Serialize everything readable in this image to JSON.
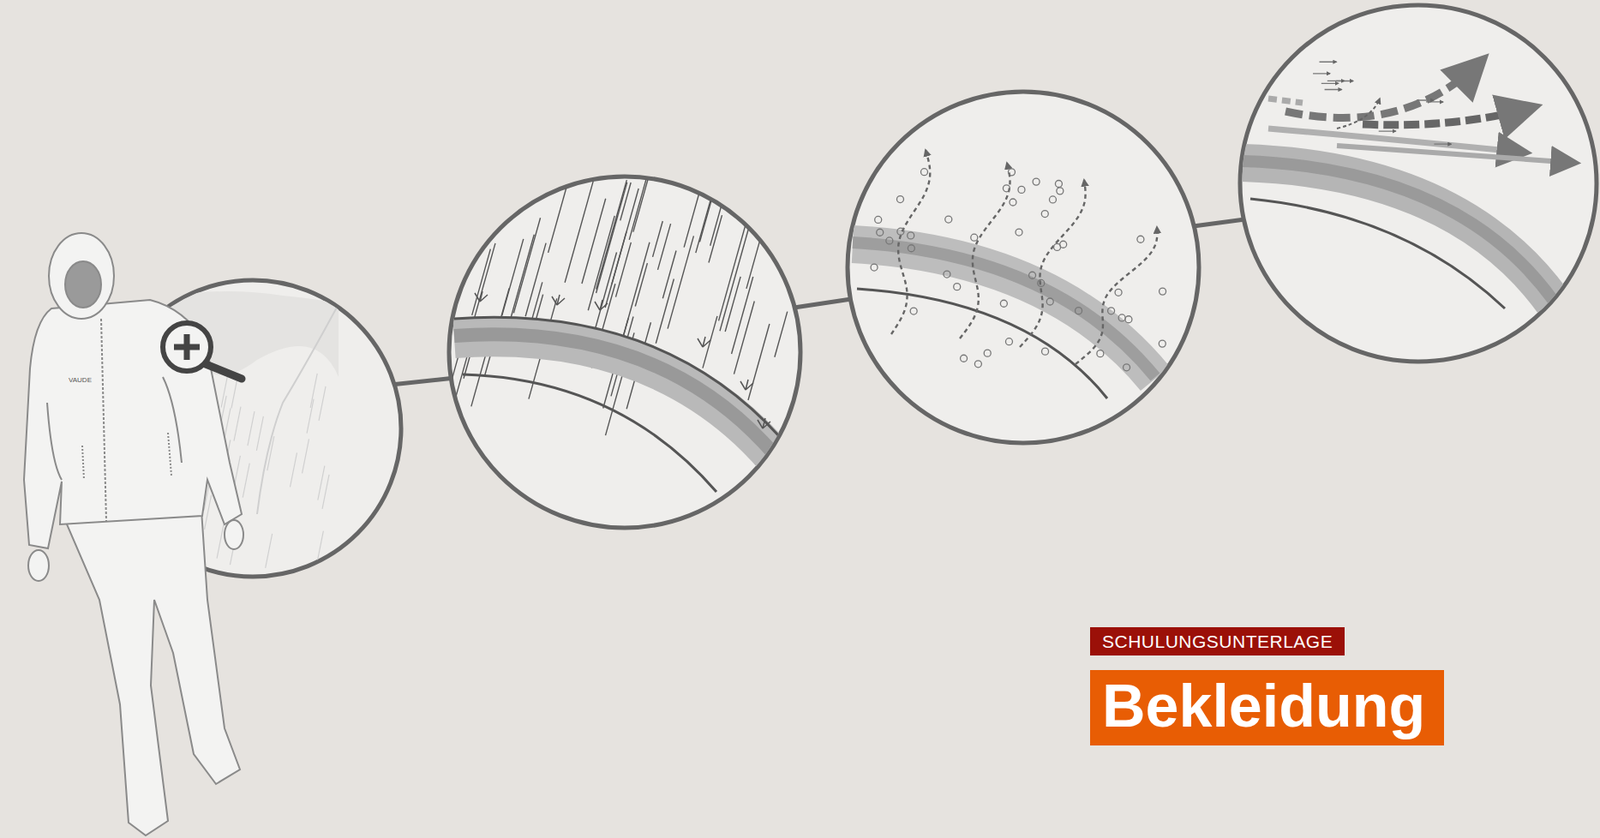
{
  "diagram": {
    "title": "Bekleidung",
    "labels": [
      "SCHULUNGSUNTERLAGE",
      "VAUDE"
    ]
  }
}
